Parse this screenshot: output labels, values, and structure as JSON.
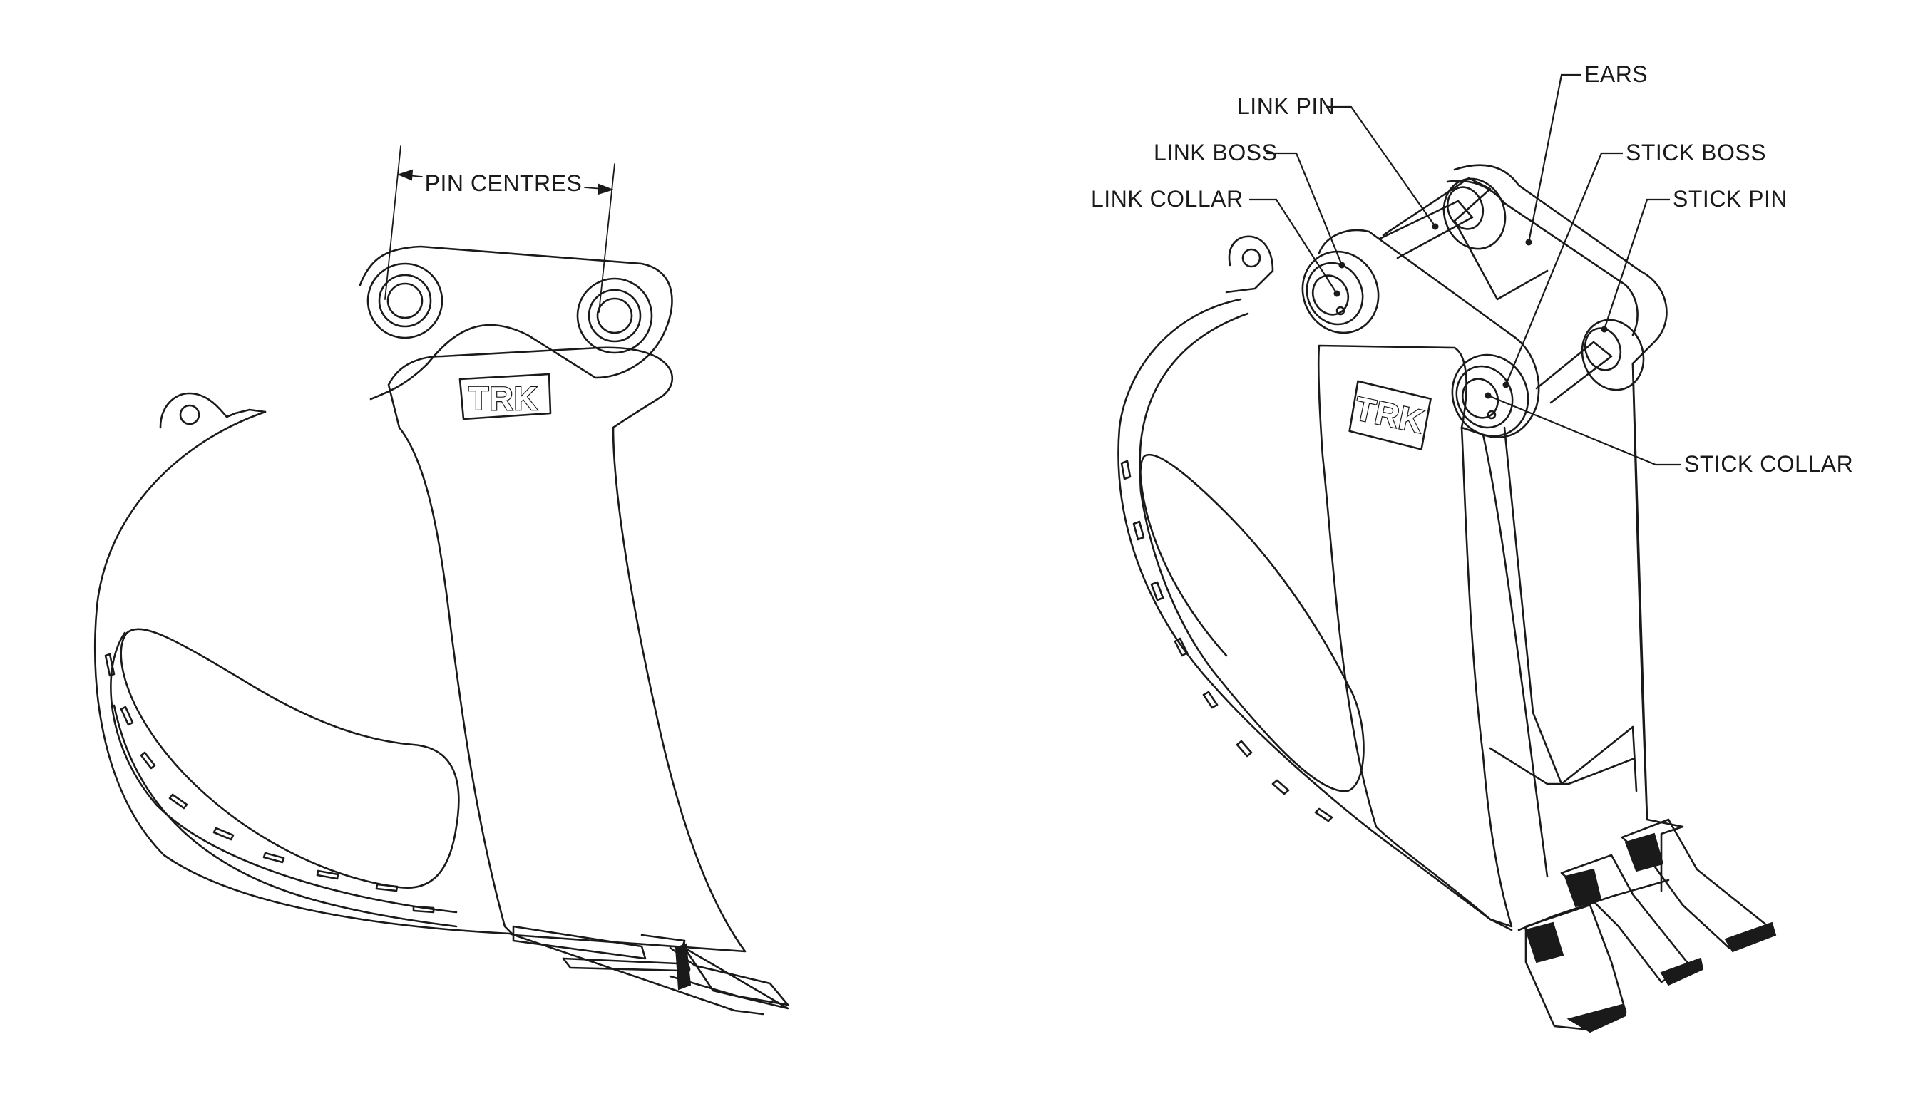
{
  "side_view": {
    "dimension_label": "PIN CENTRES",
    "logo_text": "TRK"
  },
  "iso_view": {
    "logo_text": "TRK",
    "callouts": {
      "link_pin": "LINK PIN",
      "ears": "EARS",
      "link_boss": "LINK BOSS",
      "stick_boss": "STICK BOSS",
      "link_collar": "LINK COLLAR",
      "stick_pin": "STICK PIN",
      "stick_collar": "STICK COLLAR"
    }
  }
}
